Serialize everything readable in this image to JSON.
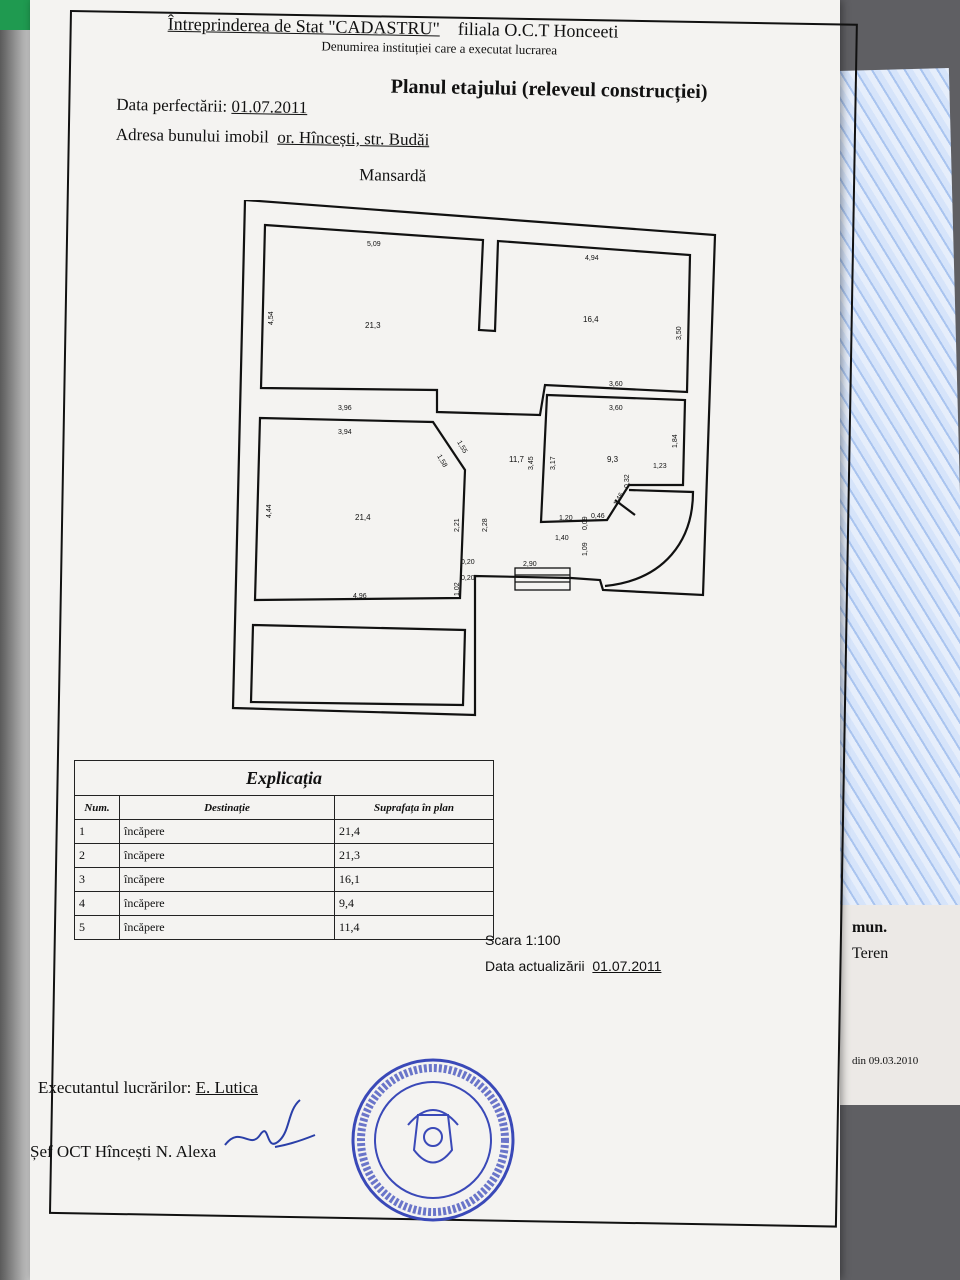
{
  "header": {
    "institution": "Întreprinderea de Stat \"CADASTRU\"",
    "branch": "filiala O.C.T Honceeti",
    "institution_caption": "Denumirea instituției care a executat lucrarea",
    "title": "Planul etajului (releveul construcției)"
  },
  "date_label": "Data perfectării:",
  "date_value": "01.07.2011",
  "address_label": "Adresa bunului imobil",
  "address_value": "or. Hîncești, str. Budăi",
  "floor_name": "Mansardă",
  "plan": {
    "areas": [
      "21,3",
      "16,4",
      "9,3",
      "11,7",
      "21,4"
    ],
    "dims": [
      "5,09",
      "4,54",
      "4,94",
      "3,50",
      "3,60",
      "3,60",
      "1,84",
      "3,17",
      "1,23",
      "3,96",
      "3,94",
      "1,55",
      "1,58",
      "4,44",
      "2,21",
      "2,28",
      "3,45",
      "1,20",
      "0,46",
      "0,32",
      "1,46",
      "0,09",
      "1,40",
      "1,09",
      "0,20",
      "0,20",
      "1,02",
      "2,90",
      "4,96"
    ]
  },
  "legend": {
    "title": "Explicația",
    "headers": [
      "Num.",
      "Destinație",
      "Suprafața în plan"
    ],
    "rows": [
      {
        "num": "1",
        "dest": "încăpere",
        "area": "21,4"
      },
      {
        "num": "2",
        "dest": "încăpere",
        "area": "21,3"
      },
      {
        "num": "3",
        "dest": "încăpere",
        "area": "16,1"
      },
      {
        "num": "4",
        "dest": "încăpere",
        "area": "9,4"
      },
      {
        "num": "5",
        "dest": "încăpere",
        "area": "11,4"
      }
    ]
  },
  "scale": "Scara 1:100",
  "update_label": "Data actualizării",
  "update_value": "01.07.2011",
  "executor_label": "Executantul lucrărilor:",
  "executor_name": "E. Lutica",
  "chief_label": "Șef OCT Hîncești N. Alexa",
  "back_doc": {
    "word1": "mun.",
    "word2": "Teren",
    "date_text": "din 09.03.2010"
  }
}
